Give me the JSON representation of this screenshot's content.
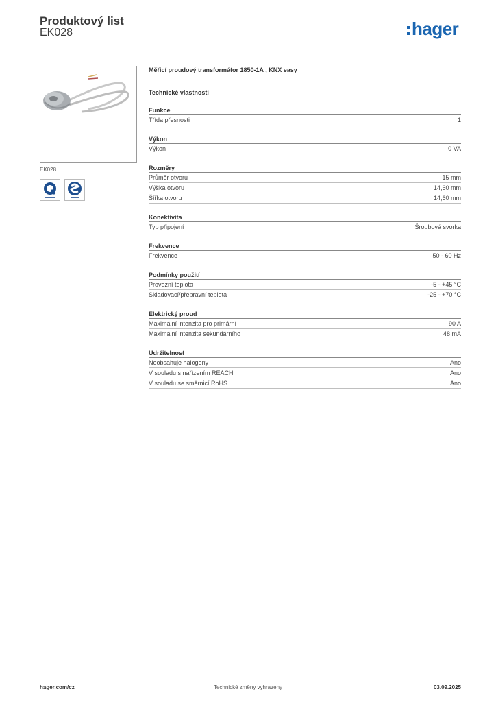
{
  "header": {
    "title": "Produktový list",
    "code": "EK028",
    "logo_text": "hager",
    "brand_color": "#1b66b1"
  },
  "product": {
    "image_caption": "EK028",
    "title": "Měřicí proudový transformátor 1850-1A , KNX easy",
    "tech_heading": "Technické vlastnosti"
  },
  "groups": [
    {
      "title": "Funkce",
      "rows": [
        {
          "label": "Třída přesnosti",
          "value": "1"
        }
      ]
    },
    {
      "title": "Výkon",
      "rows": [
        {
          "label": "Výkon",
          "value": "0 VA"
        }
      ]
    },
    {
      "title": "Rozměry",
      "rows": [
        {
          "label": "Průměr otvoru",
          "value": "15 mm"
        },
        {
          "label": "Výška otvoru",
          "value": "14,60 mm"
        },
        {
          "label": "Šířka otvoru",
          "value": "14,60 mm"
        }
      ]
    },
    {
      "title": "Konektivita",
      "rows": [
        {
          "label": "Typ připojení",
          "value": "Šroubová svorka"
        }
      ]
    },
    {
      "title": "Frekvence",
      "rows": [
        {
          "label": "Frekvence",
          "value": "50 - 60 Hz"
        }
      ]
    },
    {
      "title": "Podmínky použití",
      "rows": [
        {
          "label": "Provozní teplota",
          "value": "-5 - +45 °C"
        },
        {
          "label": "Skladovací/přepravní teplota",
          "value": "-25 - +70 °C"
        }
      ]
    },
    {
      "title": "Elektrický proud",
      "rows": [
        {
          "label": "Maximální intenzita pro primární",
          "value": "90 A"
        },
        {
          "label": "Maximální intenzita sekundárního",
          "value": "48 mA"
        }
      ]
    },
    {
      "title": "Udržitelnost",
      "rows": [
        {
          "label": "Neobsahuje halogeny",
          "value": "Ano"
        },
        {
          "label": "V souladu s nařízením REACH",
          "value": "Ano"
        },
        {
          "label": "V souladu se směrnicí RoHS",
          "value": "Ano"
        }
      ]
    }
  ],
  "footer": {
    "website": "hager.com/cz",
    "note": "Technické změny vyhrazeny",
    "date": "03.09.2025"
  }
}
